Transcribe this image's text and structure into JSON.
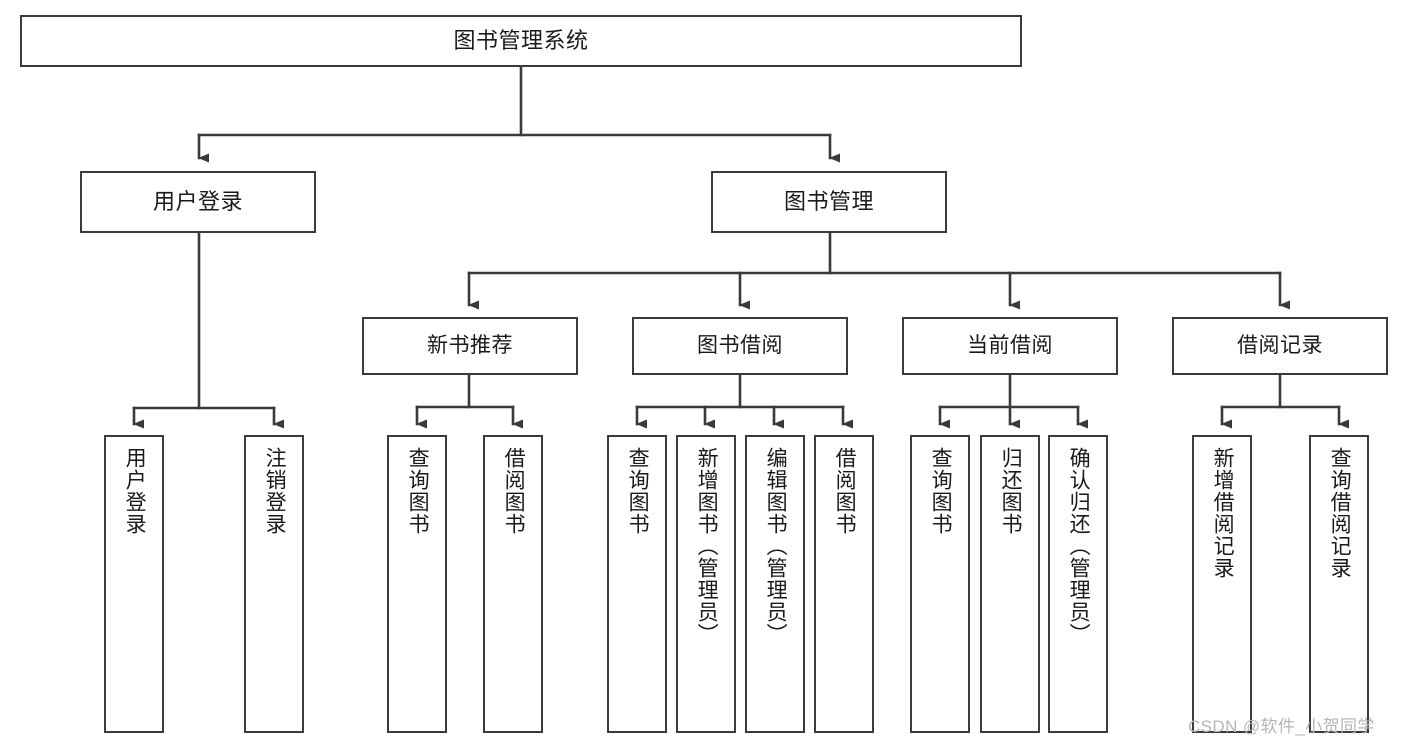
{
  "diagram": {
    "title": "图书管理系统",
    "type": "tree-hierarchy",
    "orientation": "top-down"
  },
  "nodes": {
    "root": {
      "label": "图书管理系统"
    },
    "level2": [
      {
        "id": "user-login",
        "label": "用户登录"
      },
      {
        "id": "book-management",
        "label": "图书管理"
      }
    ],
    "level3": [
      {
        "id": "new-book-recommend",
        "label": "新书推荐"
      },
      {
        "id": "book-borrow",
        "label": "图书借阅"
      },
      {
        "id": "current-borrow",
        "label": "当前借阅"
      },
      {
        "id": "borrow-record",
        "label": "借阅记录"
      }
    ],
    "leaves": {
      "user_login": [
        {
          "id": "leaf-user-login",
          "label": "用户登录"
        },
        {
          "id": "leaf-logout-login",
          "label": "注销登录"
        }
      ],
      "new_book_recommend": [
        {
          "id": "leaf-query-book-1",
          "label": "查询图书"
        },
        {
          "id": "leaf-borrow-book-1",
          "label": "借阅图书"
        }
      ],
      "book_borrow": [
        {
          "id": "leaf-query-book-2",
          "label": "查询图书"
        },
        {
          "id": "leaf-add-book",
          "label": "新增图书（管理员）"
        },
        {
          "id": "leaf-edit-book",
          "label": "编辑图书（管理员）"
        },
        {
          "id": "leaf-borrow-book-2",
          "label": "借阅图书"
        }
      ],
      "current_borrow": [
        {
          "id": "leaf-query-book-3",
          "label": "查询图书"
        },
        {
          "id": "leaf-return-book",
          "label": "归还图书"
        },
        {
          "id": "leaf-confirm-return",
          "label": "确认归还（管理员）"
        }
      ],
      "borrow_record": [
        {
          "id": "leaf-add-record",
          "label": "新增借阅记录"
        },
        {
          "id": "leaf-query-record",
          "label": "查询借阅记录"
        }
      ]
    }
  },
  "watermark": {
    "text": "CSDN @软件_小贺同学"
  },
  "colors": {
    "border": "#3a3a3a",
    "text": "#1a1a1a",
    "background": "#ffffff",
    "watermark": "#b6b6b6"
  }
}
